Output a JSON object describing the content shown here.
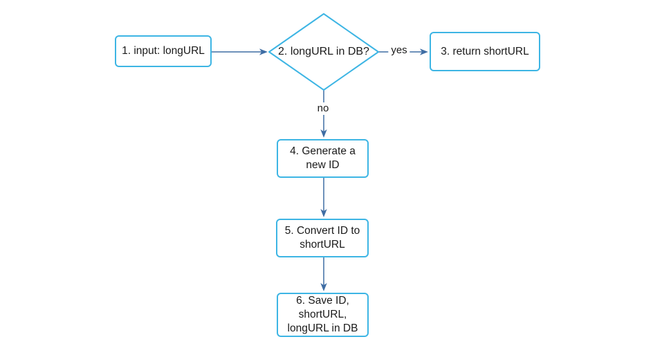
{
  "diagram": {
    "colors": {
      "background": "#ffffff",
      "node_border": "#3db5e4",
      "node_fill": "#ffffff",
      "arrow": "#3e6da4",
      "text": "#1a1a1a"
    },
    "nodes": {
      "input": {
        "step": "1",
        "shape": "rectangle",
        "label": "1. input: longURL"
      },
      "check": {
        "step": "2",
        "shape": "diamond",
        "label": "2. longURL in DB?"
      },
      "return": {
        "step": "3",
        "shape": "rectangle",
        "label": "3. return shortURL"
      },
      "generate": {
        "step": "4",
        "shape": "rectangle",
        "label": "4. Generate a\nnew ID"
      },
      "convert": {
        "step": "5",
        "shape": "rectangle",
        "label": "5. Convert ID to\nshortURL"
      },
      "save": {
        "step": "6",
        "shape": "rectangle",
        "label": "6. Save ID,\nshortURL,\nlongURL in DB"
      }
    },
    "edges": [
      {
        "from": "input",
        "to": "check",
        "label": ""
      },
      {
        "from": "check",
        "to": "return",
        "label": "yes"
      },
      {
        "from": "check",
        "to": "generate",
        "label": "no"
      },
      {
        "from": "generate",
        "to": "convert",
        "label": ""
      },
      {
        "from": "convert",
        "to": "save",
        "label": ""
      }
    ]
  }
}
